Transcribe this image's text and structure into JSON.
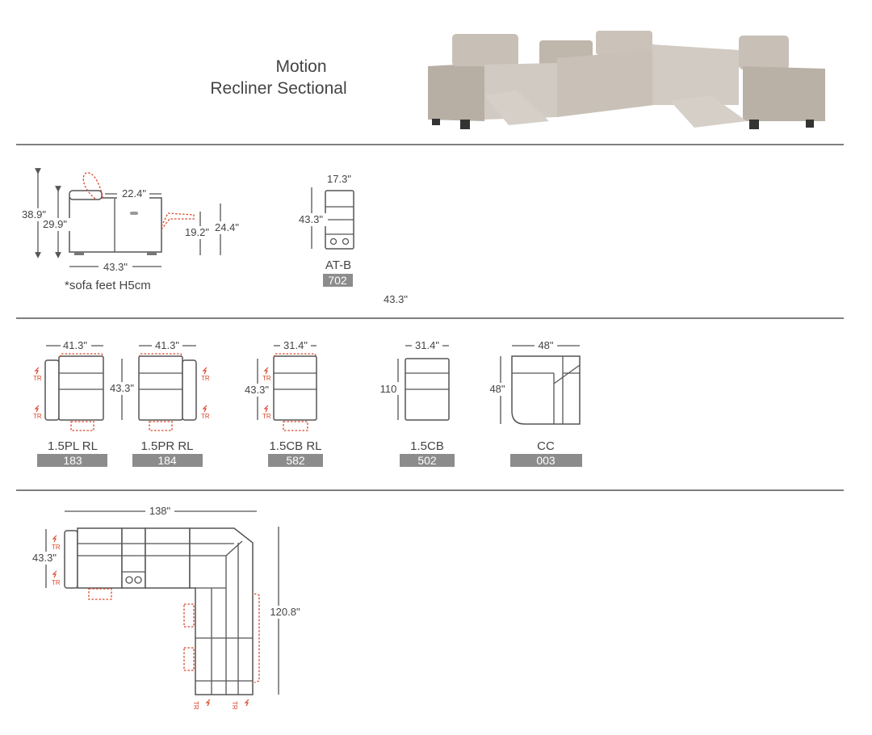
{
  "title": {
    "line1": "Motion",
    "line2": "Recliner Sectional"
  },
  "colors": {
    "accent_red": "#d9482b",
    "badge_grey": "#8c8c8c",
    "line": "#555555",
    "leather": "#bdb4aa"
  },
  "icons": {
    "tr_label": "TR",
    "tr_icon": "power-recline-icon"
  },
  "side_view": {
    "height_total": "38.9\"",
    "height_back": "29.9\"",
    "seat_depth": "22.4\"",
    "leg_height": "19.2\"",
    "extended_height": "24.4\"",
    "depth": "43.3\"",
    "note": "*sofa feet H5cm"
  },
  "console": {
    "width": "17.3\"",
    "depth": "43.3\"",
    "name": "AT-B",
    "code": "702",
    "extra_dim": "43.3\""
  },
  "pieces": [
    {
      "width": "41.3\"",
      "height": "",
      "name": "1.5PL RL",
      "code": "183"
    },
    {
      "width": "41.3\"",
      "height": "43.3\"",
      "name": "1.5PR RL",
      "code": "184"
    },
    {
      "width": "31.4\"",
      "height": "43.3\"",
      "name": "1.5CB RL",
      "code": "582"
    },
    {
      "width": "31.4\"",
      "height": "110",
      "name": "1.5CB",
      "code": "502"
    },
    {
      "width": "48\"",
      "height": "48\"",
      "name": "CC",
      "code": "003"
    }
  ],
  "sectional": {
    "width": "138\"",
    "depth": "43.3\"",
    "length": "120.8\""
  }
}
